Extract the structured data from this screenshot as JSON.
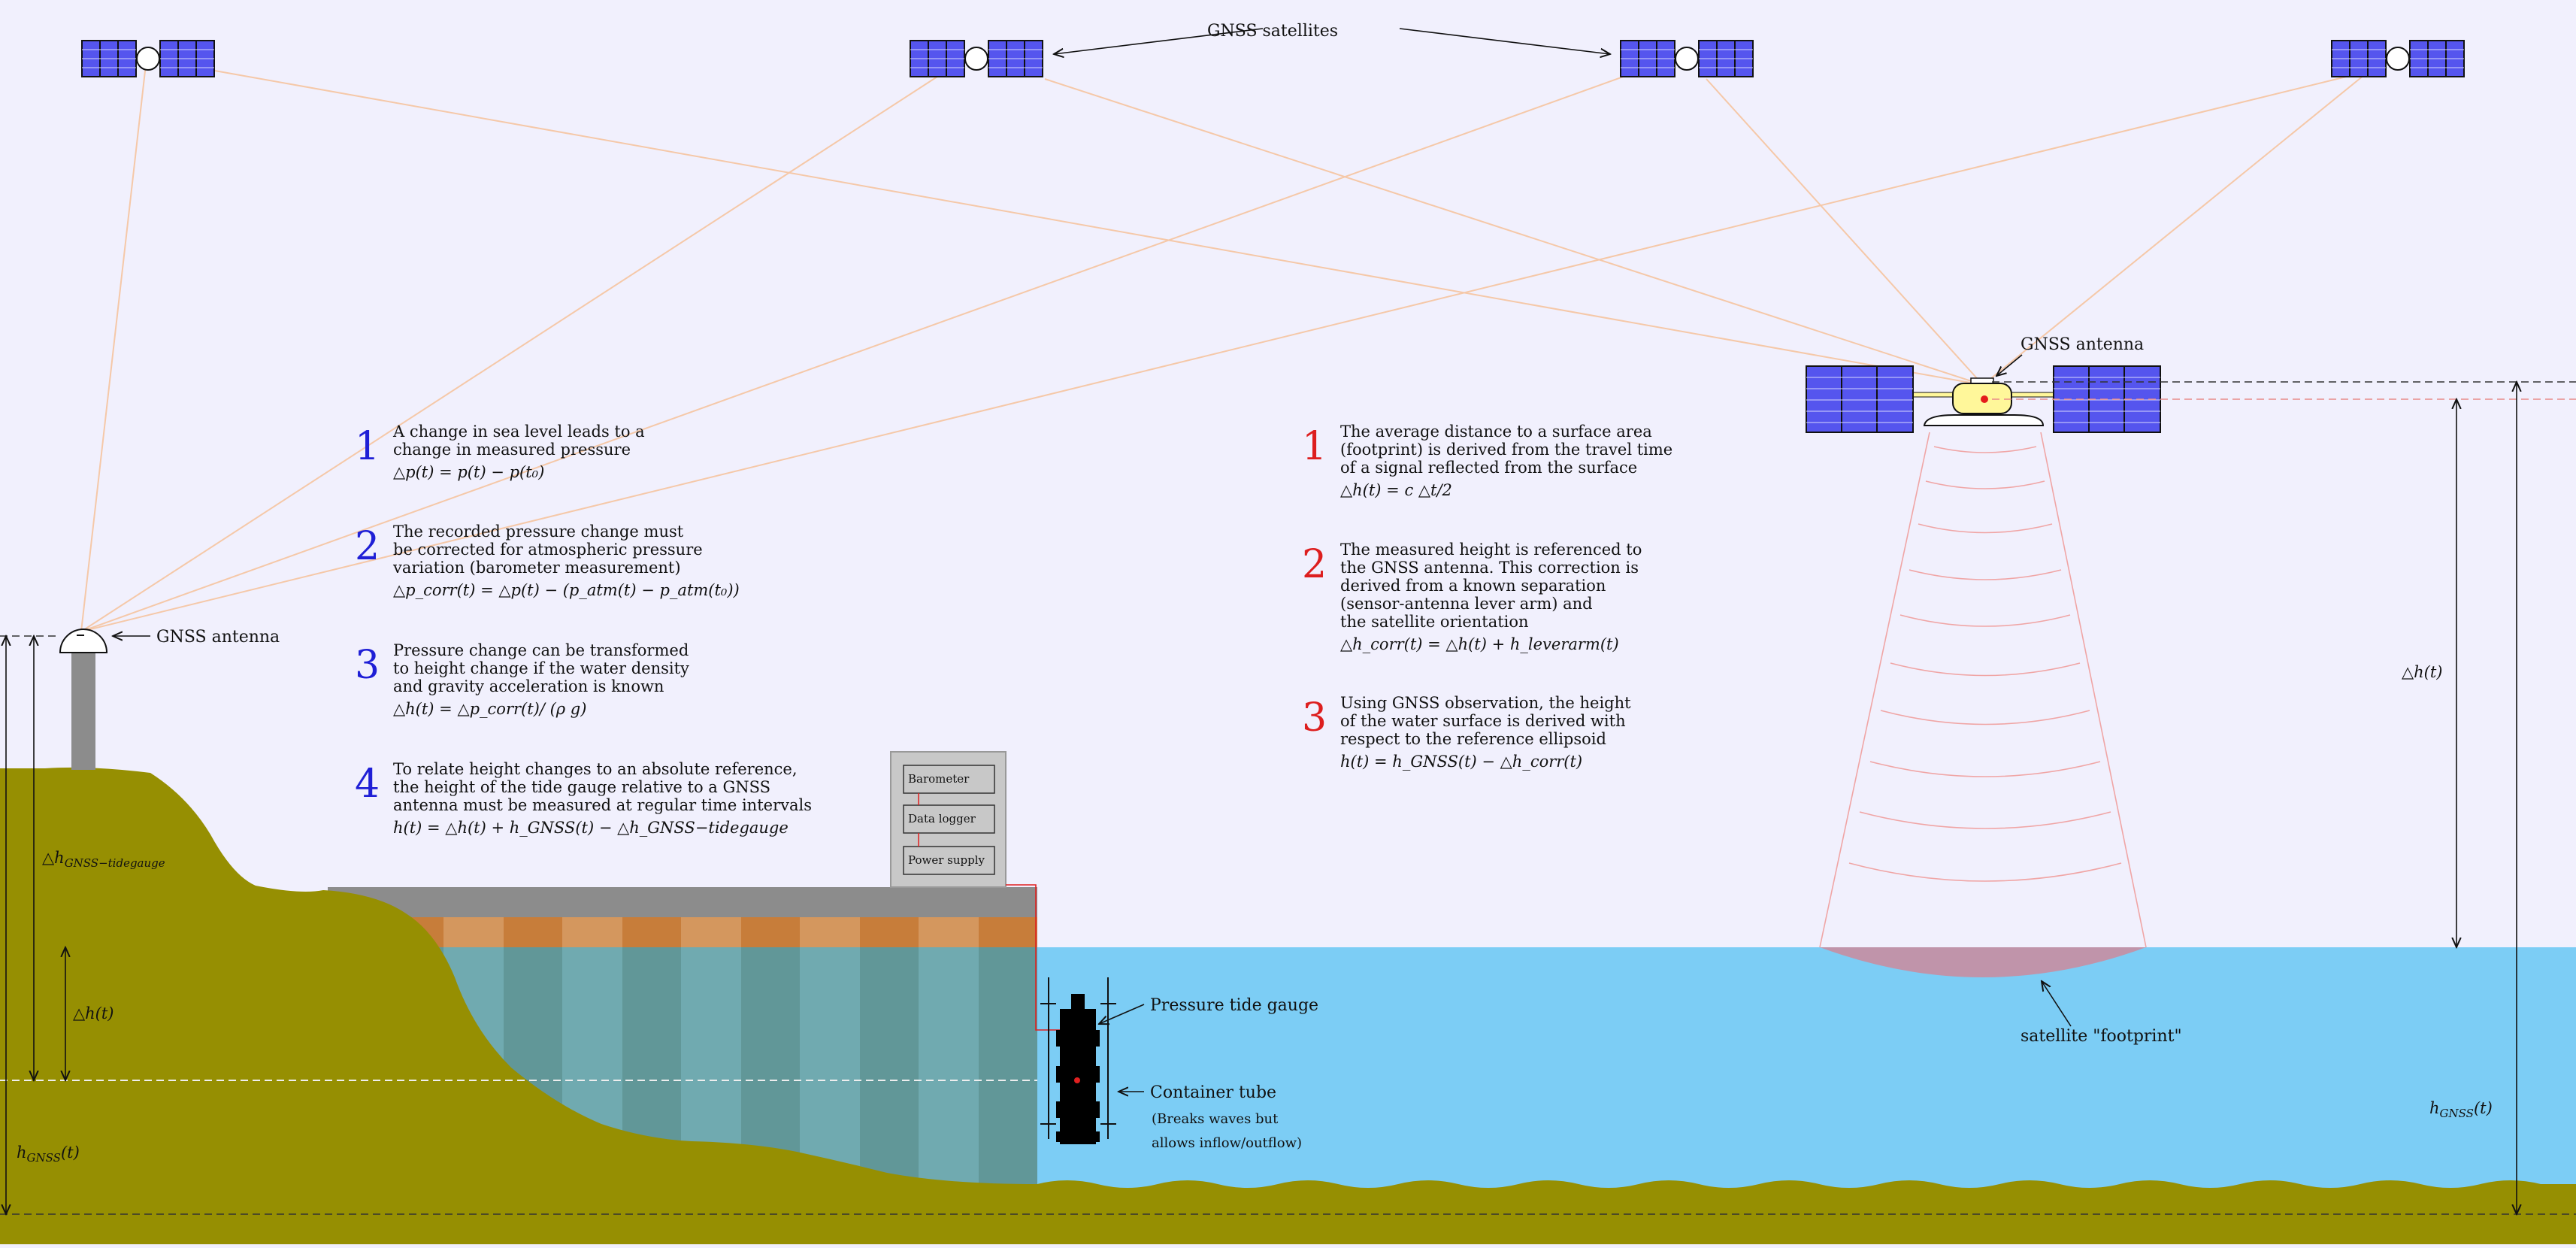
{
  "labels": {
    "gnss_satellites": "GNSS satellites",
    "gnss_antenna_land": "GNSS antenna",
    "gnss_antenna_sat": "GNSS antenna",
    "pressure_tide_gauge": "Pressure tide gauge",
    "container_tube": "Container tube",
    "container_note_1": "(Breaks waves but",
    "container_note_2": "allows inflow/outflow)",
    "satellite_footprint": "satellite \"footprint\"",
    "dh_gnss_tidegauge": "△h",
    "dh_gnss_tidegauge_sub": "GNSS−tidegauge",
    "dh_left": "△h(t)",
    "h_gnss_left": "h",
    "h_gnss_left_sub": "GNSS",
    "h_gnss_left_arg": "(t)",
    "dh_right": "△h(t)",
    "h_gnss_right": "h",
    "h_gnss_right_sub": "GNSS",
    "h_gnss_right_arg": "(t)"
  },
  "equipment": {
    "barometer": "Barometer",
    "data_logger": "Data logger",
    "power_supply": "Power supply"
  },
  "tide_gauge_steps": [
    {
      "number": "1",
      "lines": [
        "A change in sea level leads to a",
        "change in measured pressure"
      ],
      "equation": "△p(t) = p(t) − p(t₀)"
    },
    {
      "number": "2",
      "lines": [
        "The recorded pressure change must",
        "be corrected for atmospheric pressure",
        "variation (barometer measurement)"
      ],
      "equation": "△p_corr(t) = △p(t) − (p_atm(t) − p_atm(t₀))"
    },
    {
      "number": "3",
      "lines": [
        "Pressure change can be transformed",
        "to height change if the water density",
        "and gravity acceleration is known"
      ],
      "equation": "△h(t) = △p_corr(t)/ (ρ g)"
    },
    {
      "number": "4",
      "lines": [
        "To relate height changes to an absolute reference,",
        "the height of the tide gauge relative to a GNSS",
        "antenna must be measured at regular time intervals"
      ],
      "equation": "h(t) = △h(t) + h_GNSS(t) − △h_GNSS−tidegauge"
    }
  ],
  "altimetry_steps": [
    {
      "number": "1",
      "lines": [
        "The average distance to a surface area",
        "(footprint) is derived from the travel time",
        "of a signal reflected from the surface"
      ],
      "equation": "△h(t) = c △t/2"
    },
    {
      "number": "2",
      "lines": [
        "The measured height is referenced to",
        "the GNSS antenna. This correction is",
        "derived from a known separation",
        "(sensor-antenna lever arm) and",
        "the satellite orientation"
      ],
      "equation": "△h_corr(t) = △h(t) + h_leverarm(t)"
    },
    {
      "number": "3",
      "lines": [
        "Using GNSS observation, the height",
        "of the water surface is derived with",
        "respect to the reference ellipsoid"
      ],
      "equation": "h(t) = h_GNSS(t) − △h_corr(t)"
    }
  ],
  "colors": {
    "background": "#f1f0fd",
    "land": "#968f02",
    "water": "#7ccdf5",
    "solar_panel": "#5555ee",
    "step_number_blue": "#1f1fd6",
    "step_number_red": "#dd1e1e",
    "signal_lines": "#f5c8a8",
    "pier": "#8c8c8c"
  }
}
